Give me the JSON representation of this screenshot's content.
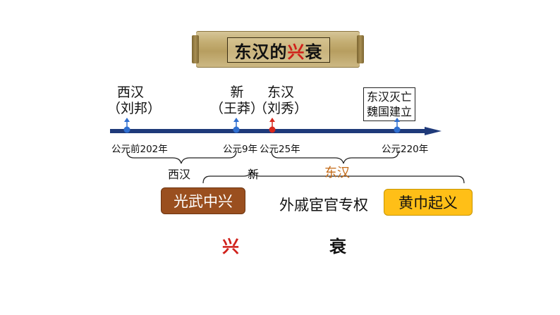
{
  "title": {
    "prefix": "东汉的",
    "emph1": "兴",
    "emph2": "衰"
  },
  "events": [
    {
      "line1": "西汉",
      "line2": "（刘邦）"
    },
    {
      "line1": "新",
      "line2": "（王莽）"
    },
    {
      "line1": "东汉",
      "line2": "（刘秀）"
    }
  ],
  "end_event": {
    "line1": "东汉灭亡",
    "line2": "魏国建立"
  },
  "years": [
    "公元前202年",
    "公元9年",
    "公元25年",
    "公元220年"
  ],
  "periods": {
    "xihan": "西汉",
    "xin": "新",
    "donghan": "东汉"
  },
  "buttons": {
    "guangwu": "光武中兴",
    "huangjin": "黄巾起义"
  },
  "middle_text": "外戚宦官专权",
  "xing": "兴",
  "shuai": "衰",
  "colors": {
    "axis": "#1f3a7a",
    "marker_blue": "#2f6fd0",
    "marker_red": "#d8281c",
    "donghan_label": "#c46a17"
  }
}
